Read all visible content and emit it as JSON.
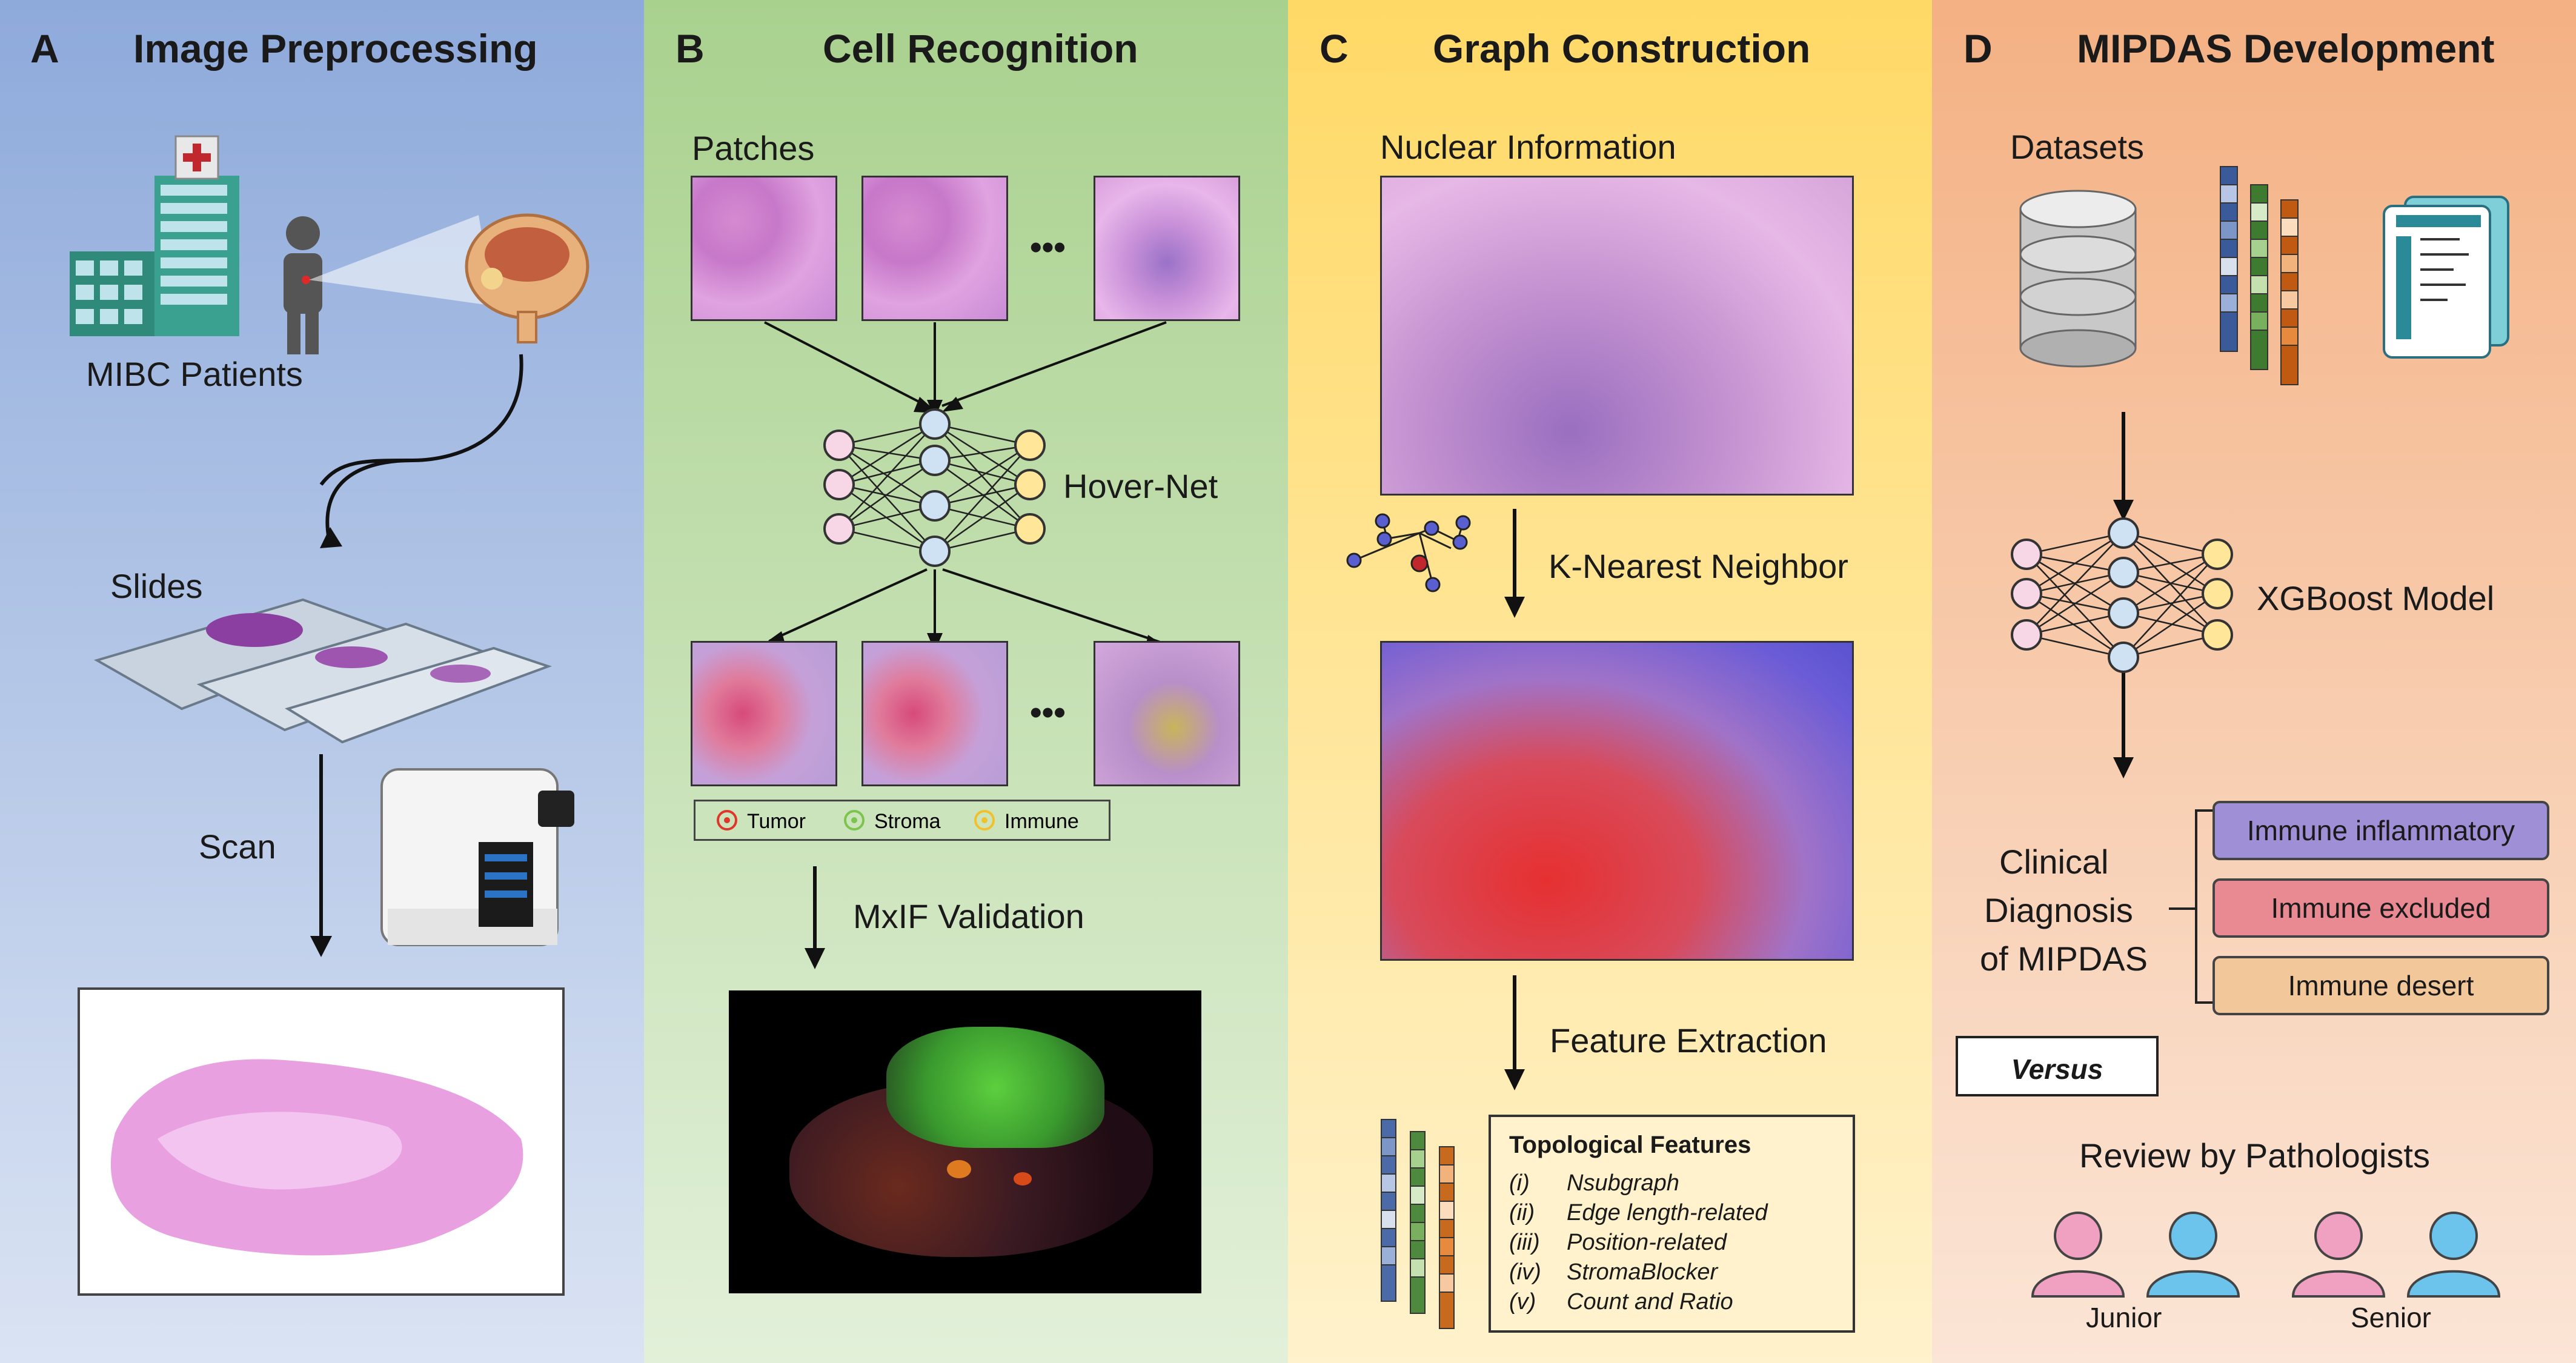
{
  "panels": [
    {
      "letter": "A",
      "title": "Image Preprocessing"
    },
    {
      "letter": "B",
      "title": "Cell Recognition"
    },
    {
      "letter": "C",
      "title": "Graph Construction"
    },
    {
      "letter": "D",
      "title": "MIPDAS Development"
    }
  ],
  "panelA": {
    "patients": "MIBC Patients",
    "slides": "Slides",
    "scan": "Scan"
  },
  "panelB": {
    "patches": "Patches",
    "ellipsis": "•••",
    "network": "Hover-Net",
    "validation": "MxIF Validation",
    "legend": [
      {
        "label": "Tumor",
        "color": "#e0352b"
      },
      {
        "label": "Stroma",
        "color": "#7cc44e"
      },
      {
        "label": "Immune",
        "color": "#f2c02b"
      }
    ]
  },
  "panelC": {
    "nuclear": "Nuclear Information",
    "knn": "K-Nearest Neighbor",
    "feature": "Feature Extraction",
    "features_title": "Topological Features",
    "features": [
      {
        "num": "(i)",
        "name": "Nsubgraph"
      },
      {
        "num": "(ii)",
        "name": "Edge length-related"
      },
      {
        "num": "(iii)",
        "name": "Position-related"
      },
      {
        "num": "(iv)",
        "name": "StromaBlocker"
      },
      {
        "num": "(v)",
        "name": "Count and Ratio"
      }
    ]
  },
  "panelD": {
    "datasets": "Datasets",
    "model": "XGBoost Model",
    "clinical": [
      "Clinical",
      "Diagnosis",
      "of MIPDAS"
    ],
    "classes": [
      {
        "label": "Immune inflammatory",
        "color": "#9e8fd6"
      },
      {
        "label": "Immune excluded",
        "color": "#e98a93"
      },
      {
        "label": "Immune desert",
        "color": "#f2c89a"
      }
    ],
    "versus": "Versus",
    "review": "Review by Pathologists",
    "junior": "Junior",
    "senior": "Senior"
  },
  "colors": {
    "arrow": "#111111",
    "node_pink": "#f7d6e6",
    "node_blue": "#cfe2f3",
    "node_yellow": "#ffe699"
  }
}
